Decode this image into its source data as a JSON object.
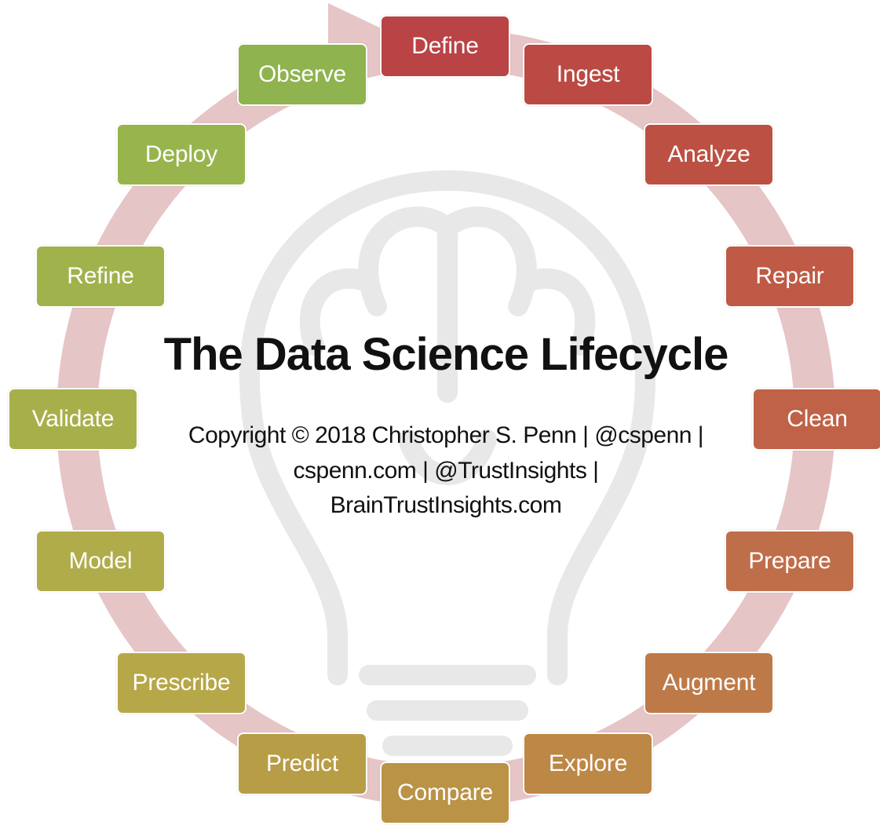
{
  "title": "The Data Science Lifecycle",
  "copyright_lines": [
    "Copyright © 2018 Christopher S. Penn | @cspenn |",
    "cspenn.com | @TrustInsights |",
    "BrainTrustInsights.com"
  ],
  "colors": {
    "ring": "#E6C5C7",
    "watermark": "#E8E8E8",
    "text": "#111111",
    "stage_text": "#FFFFFF"
  },
  "stages": [
    {
      "label": "Define",
      "color": "#B94345"
    },
    {
      "label": "Ingest",
      "color": "#BB4A44"
    },
    {
      "label": "Analyze",
      "color": "#BC5043"
    },
    {
      "label": "Repair",
      "color": "#BE5A45"
    },
    {
      "label": "Clean",
      "color": "#BF6247"
    },
    {
      "label": "Prepare",
      "color": "#BF6E4A"
    },
    {
      "label": "Augment",
      "color": "#BD7A48"
    },
    {
      "label": "Explore",
      "color": "#BD8745"
    },
    {
      "label": "Compare",
      "color": "#BA9346"
    },
    {
      "label": "Predict",
      "color": "#B89D47"
    },
    {
      "label": "Prescribe",
      "color": "#B6A749"
    },
    {
      "label": "Model",
      "color": "#B0AC4A"
    },
    {
      "label": "Validate",
      "color": "#A7AF4B"
    },
    {
      "label": "Refine",
      "color": "#A0B24C"
    },
    {
      "label": "Deploy",
      "color": "#98B44D"
    },
    {
      "label": "Observe",
      "color": "#8FB34E"
    }
  ]
}
